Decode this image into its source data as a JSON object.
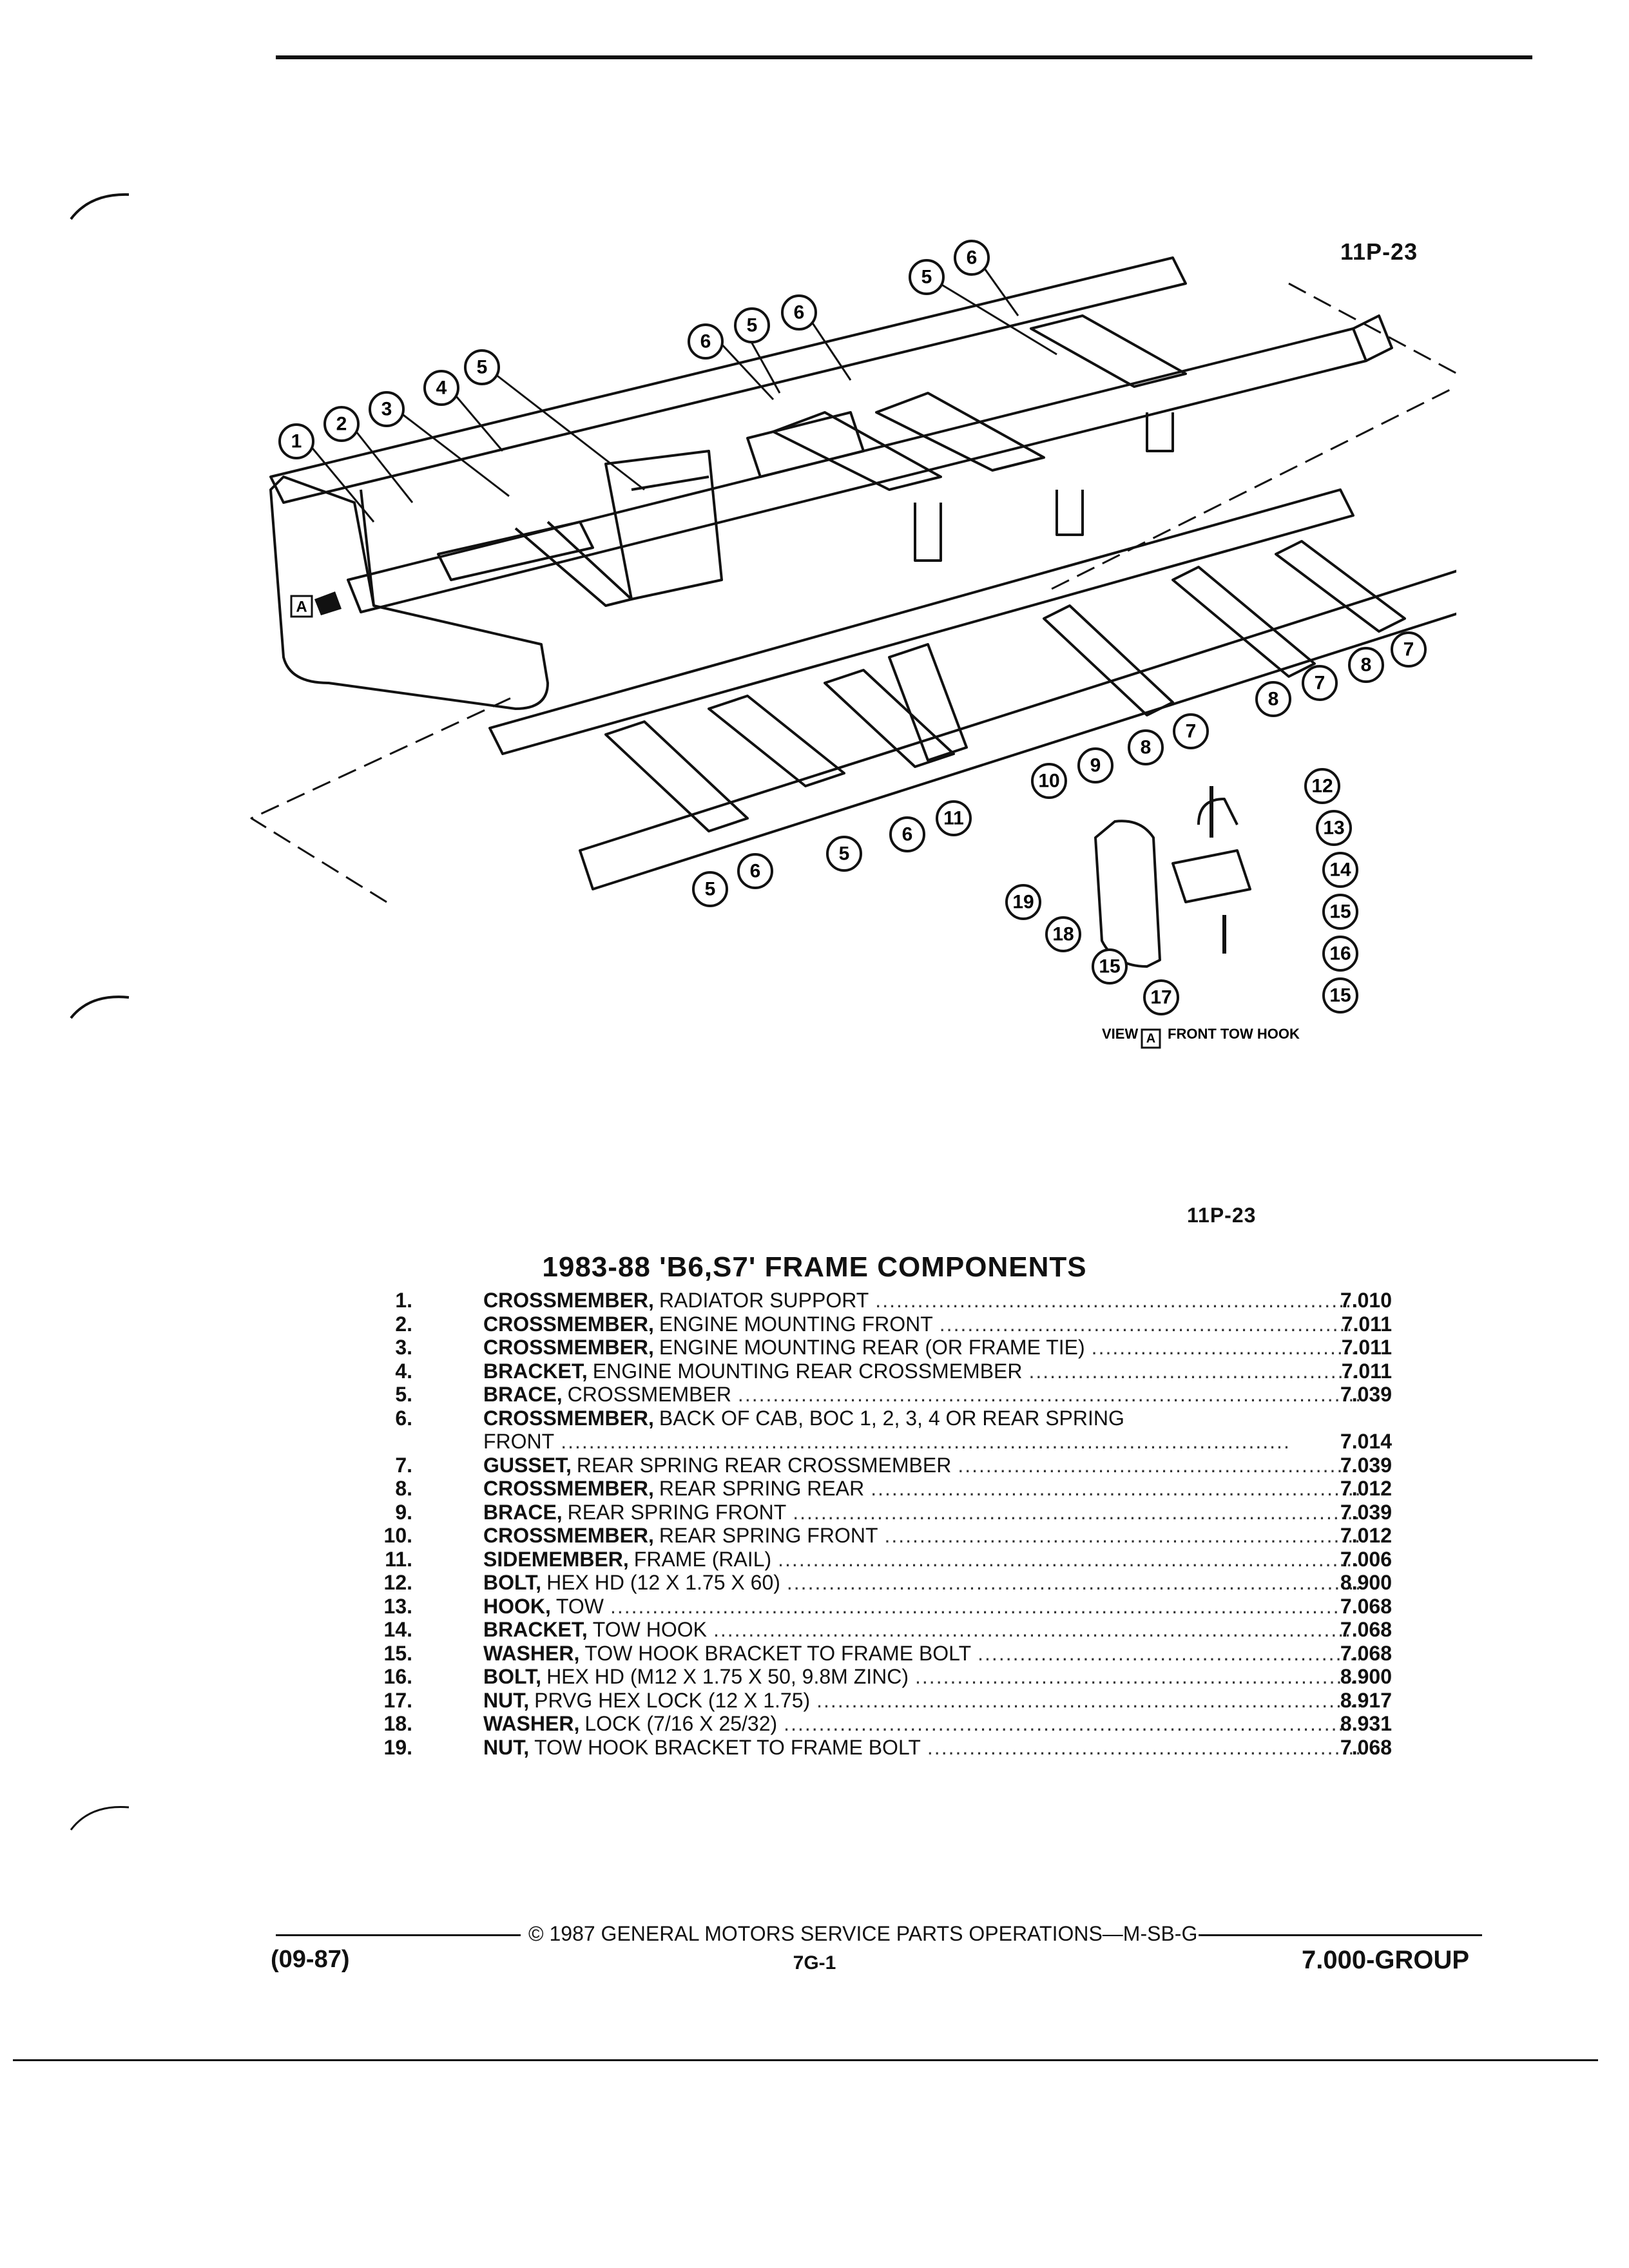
{
  "figure_ref_top": "11P-23",
  "figure_ref_bottom": "11P-23",
  "view_label": "VIEW",
  "view_letter": "A",
  "view_caption": "FRONT TOW HOOK",
  "arrow_letter": "A",
  "title": "1983-88 'B6,S7' FRAME COMPONENTS",
  "parts": [
    {
      "num": "1.",
      "name": "CROSSMEMBER,",
      "desc": "RADIATOR SUPPORT",
      "group": "7.010"
    },
    {
      "num": "2.",
      "name": "CROSSMEMBER,",
      "desc": "ENGINE MOUNTING FRONT",
      "group": "7.011"
    },
    {
      "num": "3.",
      "name": "CROSSMEMBER,",
      "desc": "ENGINE MOUNTING REAR (OR FRAME TIE)",
      "group": "7.011"
    },
    {
      "num": "4.",
      "name": "BRACKET,",
      "desc": "ENGINE MOUNTING REAR CROSSMEMBER",
      "group": "7.011"
    },
    {
      "num": "5.",
      "name": "BRACE,",
      "desc": "CROSSMEMBER",
      "group": "7.039"
    },
    {
      "num": "6.",
      "name": "CROSSMEMBER,",
      "desc": "BACK OF CAB, BOC 1, 2, 3, 4 OR REAR SPRING",
      "desc2": "FRONT",
      "group": "7.014"
    },
    {
      "num": "7.",
      "name": "GUSSET,",
      "desc": "REAR SPRING REAR CROSSMEMBER",
      "group": "7.039"
    },
    {
      "num": "8.",
      "name": "CROSSMEMBER,",
      "desc": "REAR SPRING REAR",
      "group": "7.012"
    },
    {
      "num": "9.",
      "name": "BRACE,",
      "desc": "REAR SPRING FRONT",
      "group": "7.039"
    },
    {
      "num": "10.",
      "name": "CROSSMEMBER,",
      "desc": "REAR SPRING FRONT",
      "group": "7.012"
    },
    {
      "num": "11.",
      "name": "SIDEMEMBER,",
      "desc": "FRAME (RAIL)",
      "group": "7.006"
    },
    {
      "num": "12.",
      "name": "BOLT,",
      "desc": "HEX HD (12 X 1.75 X 60)",
      "group": "8.900"
    },
    {
      "num": "13.",
      "name": "HOOK,",
      "desc": "TOW",
      "group": "7.068"
    },
    {
      "num": "14.",
      "name": "BRACKET,",
      "desc": "TOW HOOK",
      "group": "7.068"
    },
    {
      "num": "15.",
      "name": "WASHER,",
      "desc": "TOW HOOK BRACKET TO FRAME BOLT",
      "group": "7.068"
    },
    {
      "num": "16.",
      "name": "BOLT,",
      "desc": "HEX HD (M12 X 1.75 X 50, 9.8M ZINC)",
      "group": "8.900"
    },
    {
      "num": "17.",
      "name": "NUT,",
      "desc": "PRVG HEX LOCK (12 X 1.75)",
      "group": "8.917"
    },
    {
      "num": "18.",
      "name": "WASHER,",
      "desc": "LOCK (7/16 X 25/32)",
      "group": "8.931"
    },
    {
      "num": "19.",
      "name": "NUT,",
      "desc": "TOW HOOK BRACKET TO FRAME BOLT",
      "group": "7.068"
    }
  ],
  "callouts": [
    "1",
    "2",
    "3",
    "4",
    "5",
    "6",
    "5",
    "6",
    "5",
    "6",
    "7",
    "8",
    "7",
    "8",
    "7",
    "8",
    "9",
    "10",
    "11",
    "6",
    "5",
    "6",
    "5",
    "12",
    "13",
    "14",
    "15",
    "16",
    "15",
    "17",
    "15",
    "18",
    "19"
  ],
  "footer": {
    "copyright": "© 1987 GENERAL MOTORS SERVICE PARTS OPERATIONS—M-SB-G",
    "date_code": "(09-87)",
    "page": "7G-1",
    "group": "7.000-GROUP"
  }
}
